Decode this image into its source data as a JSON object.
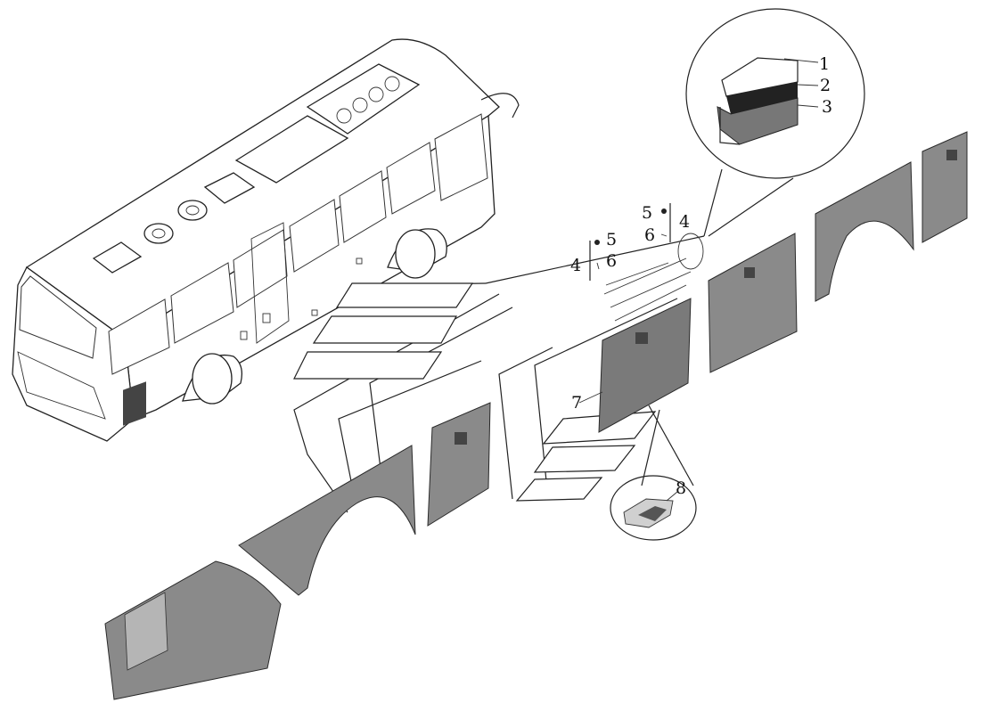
{
  "diagram": {
    "callouts": [
      {
        "id": "1",
        "label": "1"
      },
      {
        "id": "2",
        "label": "2"
      },
      {
        "id": "3",
        "label": "3"
      },
      {
        "id": "4a",
        "label": "4"
      },
      {
        "id": "5a",
        "label": "5"
      },
      {
        "id": "6a",
        "label": "6"
      },
      {
        "id": "5b",
        "label": "5"
      },
      {
        "id": "6b",
        "label": "6"
      },
      {
        "id": "4b",
        "label": "4"
      },
      {
        "id": "7",
        "label": "7"
      },
      {
        "id": "8",
        "label": "8"
      }
    ],
    "colors": {
      "line": "#222222",
      "panel_fill": "#8a8a8a",
      "background": "#ffffff"
    }
  }
}
